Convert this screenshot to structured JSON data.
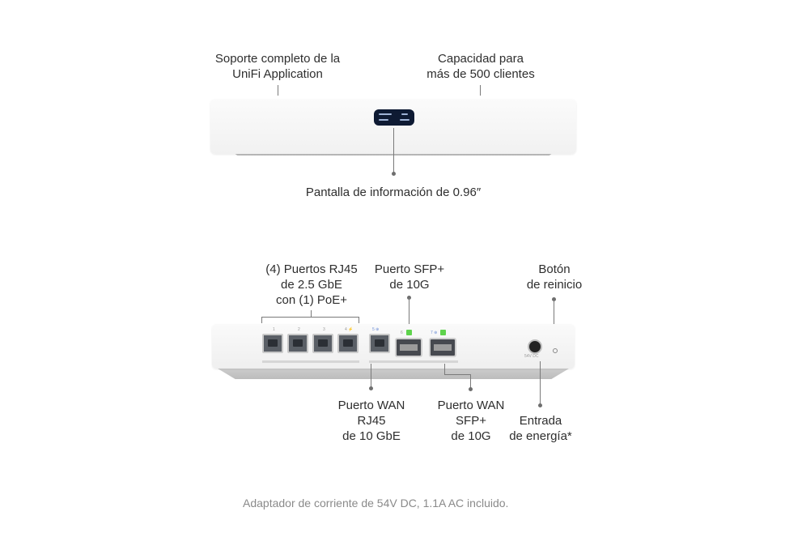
{
  "top_labels": {
    "unifi_support": [
      "Soporte completo de la",
      "UniFi Application"
    ],
    "capacity": [
      "Capacidad para",
      "más de 500 clientes"
    ],
    "display": "Pantalla de información de 0.96″"
  },
  "front_labels": {
    "rj45_ports": [
      "(4) Puertos RJ45",
      "de 2.5 GbE",
      "con (1) PoE+"
    ],
    "sfp_port": [
      "Puerto SFP+",
      "de 10G"
    ],
    "reset_button": [
      "Botón",
      "de reinicio"
    ],
    "wan_rj45": [
      "Puerto WAN",
      "RJ45",
      "de 10 GbE"
    ],
    "wan_sfp": [
      "Puerto WAN",
      "SFP+",
      "de 10G"
    ],
    "power_input": [
      "Entrada",
      "de energía*"
    ]
  },
  "footnote": "Adaptador de corriente de 54V DC, 1.1A AC incluido.",
  "colors": {
    "led_green": "#5fd34d",
    "display_bg": "#0e1a33"
  }
}
